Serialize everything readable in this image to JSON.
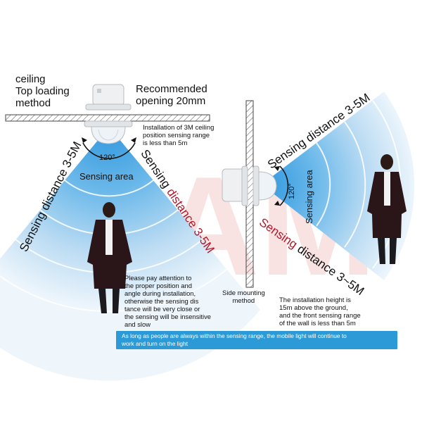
{
  "ceiling": {
    "title": "ceiling\nTop loading\nmethod",
    "opening": "Recommended\nopening 20mm",
    "install_note": "Installation of 3M ceiling\nposition sensing range\nis less than 5m",
    "angle": "120°",
    "area": "Sensing area",
    "dist_left": "Sensing distance 3-5M",
    "dist_right_a": "Sensing ",
    "dist_right_b": "distance 3-5M",
    "attention": "Please pay attention to\nthe proper position and\nangle during installation,\notherwise the sensing dis\ntance will be very close or\nthe sensing will be insensitive\nand slow"
  },
  "wall": {
    "method": "Side mounting\nmethod",
    "angle": "120°",
    "area": "Sensing area",
    "dist_top": "Sensing distance 3-5M",
    "dist_bottom_a": "Sensing",
    "dist_bottom_b": " distance 3~5M",
    "height_note": "The installation height is\n15m above the ground,\nand the front sensing range\nof the wall is less than 5m"
  },
  "banner": "As long as people are always within the sensing range, the mobile light will continue to\nwork and turn on the light",
  "colors": {
    "cone_outer": "#e6f2fb",
    "cone_inner": "#3ea0e0",
    "ring": "#ffffff",
    "banner": "#2d9ad8",
    "accent_text": "#b0182a",
    "person_coat": "#2a1618",
    "watermark": "#f2c8c8"
  }
}
